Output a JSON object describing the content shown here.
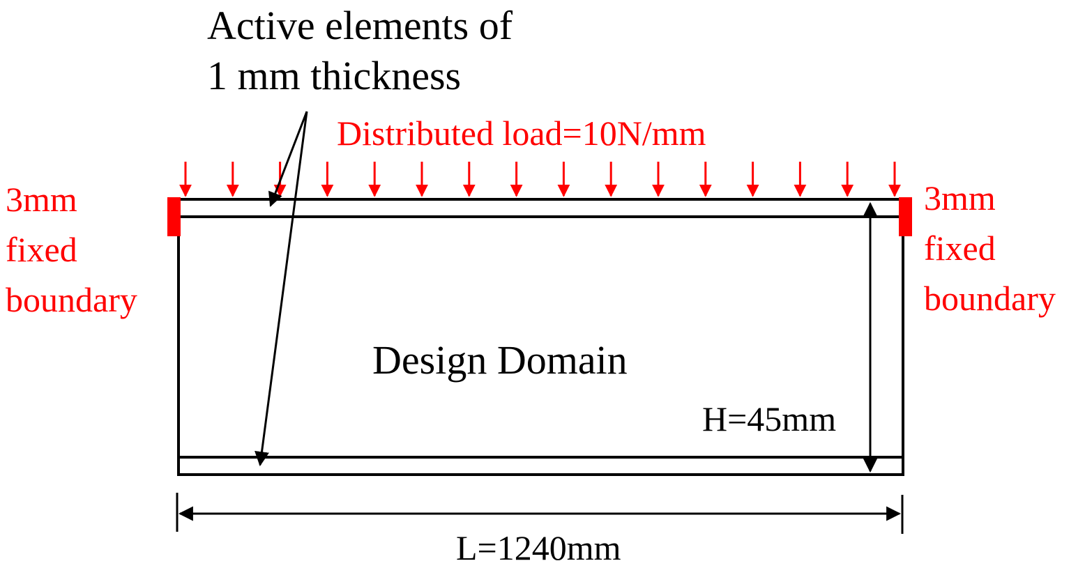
{
  "annotation": {
    "line1": "Active elements of",
    "line2": "1 mm thickness"
  },
  "load": {
    "label": "Distributed load=10N/mm",
    "arrow_count": 16
  },
  "left_boundary": {
    "line1": "3mm",
    "line2": "fixed",
    "line3": "boundary"
  },
  "right_boundary": {
    "line1": "3mm",
    "line2": "fixed",
    "line3": "boundary"
  },
  "domain_label": "Design Domain",
  "height_label": "H=45mm",
  "length_label": "L=1240mm",
  "colors": {
    "load": "#ff0000",
    "boundary": "#ff0000",
    "structure": "#000000"
  }
}
